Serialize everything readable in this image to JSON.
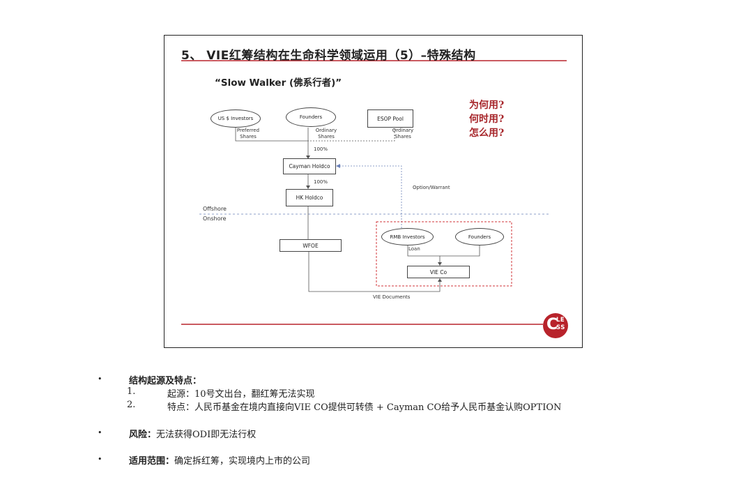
{
  "slide": {
    "title": "5、 VIE红筹结构在生命科学领域运用（5）–特殊结构",
    "subtitle": "“Slow Walker (佛系行者)”",
    "questions": [
      "为何用?",
      "何时用?",
      "怎么用?"
    ],
    "logo": {
      "c": "C",
      "le": "LE",
      "ss": "SS"
    },
    "colors": {
      "accent": "#b8232b",
      "dashed_box": "#d0343a"
    }
  },
  "diagram": {
    "us_investors": "US $ Investors",
    "founders_top": "Founders",
    "esop_pool": "ESOP Pool",
    "preferred_shares": "Preferred Shares",
    "ordinary_shares_1": "Ordinary Shares",
    "ordinary_shares_2": "Ordinary Shares",
    "pct_1": "100%",
    "cayman_holdco": "Cayman Holdco",
    "pct_2": "100%",
    "hk_holdco": "HK Holdco",
    "offshore": "Offshore",
    "onshore": "Onshore",
    "option_warrant": "Option/Warrant",
    "wfoe": "WFOE",
    "rmb_investors": "RMB Investors",
    "founders_onshore": "Founders",
    "loan": "Loan",
    "vie_co": "VIE Co",
    "vie_documents": "VIE Documents"
  },
  "notes": {
    "bullet": "•",
    "origin_heading": "结构起源及特点：",
    "origin_items": [
      {
        "num": "1.",
        "text": "起源：10号文出台，翻红筹无法实现"
      },
      {
        "num": "2.",
        "text": "特点：人民币基金在境内直接向VIE CO提供可转债 + Cayman CO给予人民币基金认购OPTION"
      }
    ],
    "risk_label": "风险：",
    "risk_text": "无法获得ODI即无法行权",
    "scope_label": "适用范围：",
    "scope_text": "确定拆红筹，实现境内上市的公司"
  }
}
